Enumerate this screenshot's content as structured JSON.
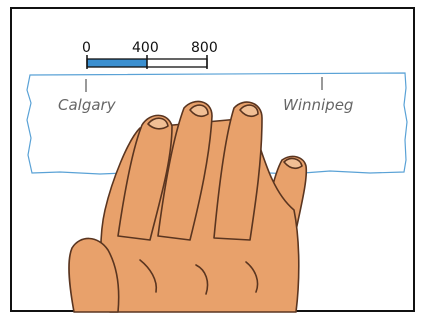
{
  "scale_bar": {
    "ticks": [
      {
        "label": "0"
      },
      {
        "label": "400"
      },
      {
        "label": "800"
      }
    ],
    "filled_fraction": 0.5,
    "fill_color": "#3a8fd0"
  },
  "paper_strip": {
    "cities": [
      {
        "label": "Calgary"
      },
      {
        "label": "Winnipeg"
      }
    ],
    "edge_color": "#5aa2d6"
  },
  "hand": {
    "skin_color": "#e8a16b",
    "outline_color": "#5a3520"
  }
}
